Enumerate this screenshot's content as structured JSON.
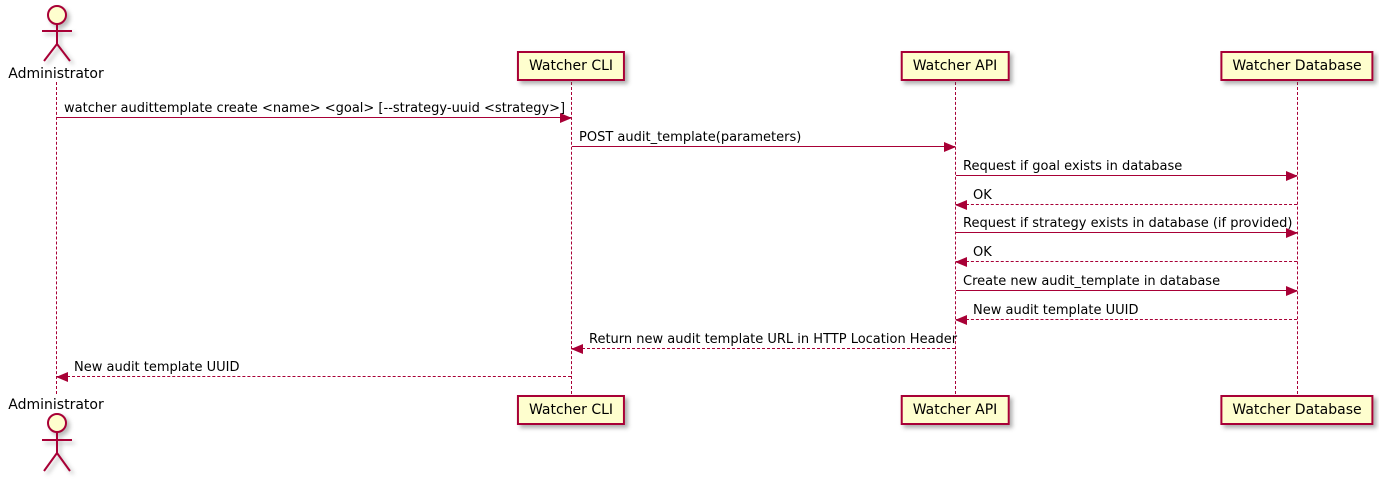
{
  "diagram": {
    "type": "uml-sequence",
    "colors": {
      "accent": "#A80036",
      "participant_fill": "#FEFECE",
      "text": "#000000",
      "background": "#FFFFFF"
    },
    "actors": [
      {
        "name": "Administrator"
      }
    ],
    "participants": [
      {
        "label": "Watcher CLI"
      },
      {
        "label": "Watcher API"
      },
      {
        "label": "Watcher Database"
      }
    ],
    "messages": [
      {
        "from": "Administrator",
        "to": "Watcher CLI",
        "style": "solid",
        "text": "watcher audittemplate create <name> <goal> [--strategy-uuid <strategy>]"
      },
      {
        "from": "Watcher CLI",
        "to": "Watcher API",
        "style": "solid",
        "text": "POST audit_template(parameters)"
      },
      {
        "from": "Watcher API",
        "to": "Watcher Database",
        "style": "solid",
        "text": "Request if goal exists in database"
      },
      {
        "from": "Watcher Database",
        "to": "Watcher API",
        "style": "dashed",
        "text": "OK"
      },
      {
        "from": "Watcher API",
        "to": "Watcher Database",
        "style": "solid",
        "text": "Request if strategy exists in database (if provided)"
      },
      {
        "from": "Watcher Database",
        "to": "Watcher API",
        "style": "dashed",
        "text": "OK"
      },
      {
        "from": "Watcher API",
        "to": "Watcher Database",
        "style": "solid",
        "text": "Create new audit_template in database"
      },
      {
        "from": "Watcher Database",
        "to": "Watcher API",
        "style": "dashed",
        "text": "New audit template UUID"
      },
      {
        "from": "Watcher API",
        "to": "Watcher CLI",
        "style": "dashed",
        "text": "Return new audit template URL in HTTP Location Header"
      },
      {
        "from": "Watcher CLI",
        "to": "Administrator",
        "style": "dashed",
        "text": "New audit template UUID"
      }
    ]
  }
}
